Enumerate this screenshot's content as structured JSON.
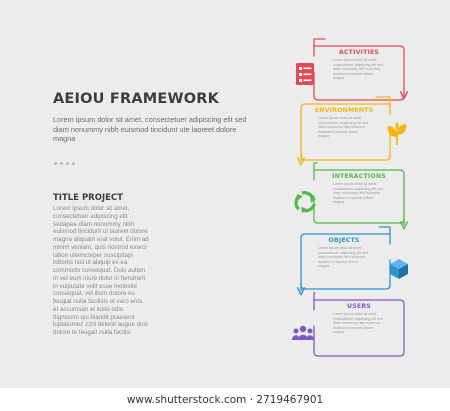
{
  "title": "AEIOU FRAMEWORK",
  "intro": "Lorem ipsum dolor sit amet, consectetuer adipiscing elit sed diam nonummy nibh euismod tincidunt ute laoreet dolore magna",
  "project_title": "TITLE PROJECT",
  "project_body": "Lorem ipsum dolor sit amet, consectetuer adipiscing elit sedapea diam nonummy nibh euismod tincidunt ut laoreet dolore magna aliquam erat volut. Enim ad minim veniam, quis nostrud exerci tation ullamcorper suscipitapi lobortis nisl ut aliquip ex ea commodo consequat. Duis autem m vel eum iriure dolor in hendrerit in vulputate velit esse molestie consequat, vel illum dolore eu feugiat nulla facilisis at vero eros et accumsan et iusto odio dignissim qui blandit praesent luptatumez zzril delenit augue duis dolore te feugait nulla facilisi",
  "step_description": "Lorem ipsum dolor sit amet, consectetuer adipiscing elit sed diam nonummy nibh euismod tincidunt ut laoreet dolore magna",
  "steps": [
    {
      "title": "ACTIVITIES",
      "color": "#e04b56",
      "icon": "checklist-icon"
    },
    {
      "title": "ENVIRONMENTS",
      "color": "#f2b514",
      "icon": "plant-icon"
    },
    {
      "title": "INTERACTIONS",
      "color": "#53b848",
      "icon": "recycle-icon"
    },
    {
      "title": "OBJECTS",
      "color": "#2c93cf",
      "icon": "cube-icon"
    },
    {
      "title": "USERS",
      "color": "#7d5ac4",
      "icon": "users-icon"
    }
  ],
  "footer": "www.shutterstock.com · 2719467901"
}
